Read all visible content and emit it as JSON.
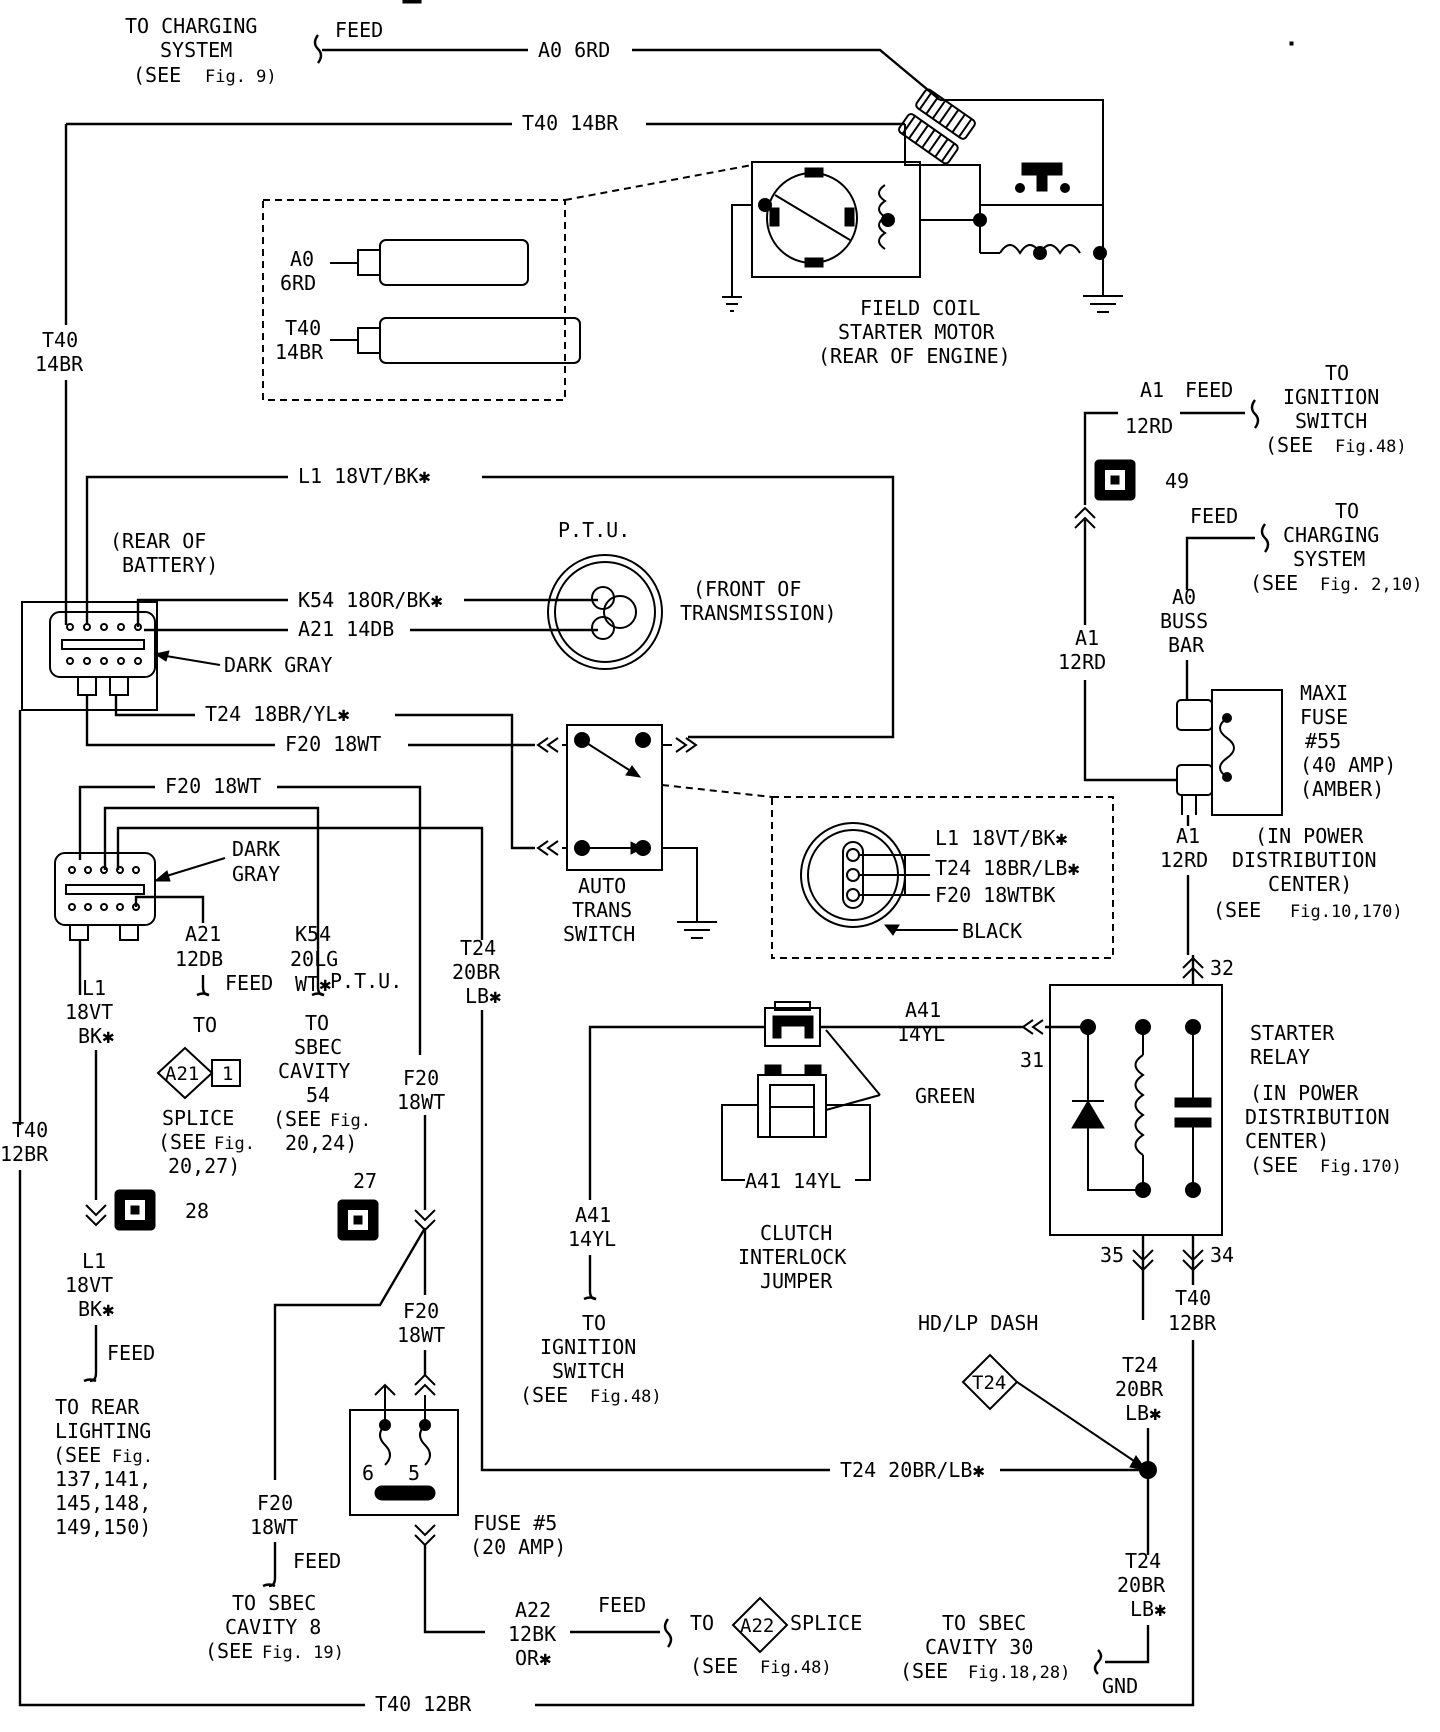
{
  "charging_top": {
    "to": "TO CHARGING",
    "system": "SYSTEM",
    "see": "(SEE",
    "fig": "Fig. 9)",
    "feed": "FEED",
    "wire": "A0 6RD"
  },
  "t40_top": "T40 14BR",
  "t40_left": {
    "a": "T40",
    "b": "14BR"
  },
  "inset_conn": {
    "a0a": "A0",
    "a0b": "6RD",
    "t40a": "T40",
    "t40b": "14BR"
  },
  "starter": {
    "l1": "FIELD COIL",
    "l2": "STARTER MOTOR",
    "l3": "(REAR OF ENGINE)"
  },
  "ign_top": {
    "wire_a": "A1",
    "wire_b": "12RD",
    "feed": "FEED",
    "to": "TO",
    "l1": "IGNITION",
    "l2": "SWITCH",
    "see": "(SEE",
    "fig": "Fig.48)"
  },
  "conn49": "49",
  "charging_right": {
    "feed": "FEED",
    "to": "TO",
    "l1": "CHARGING",
    "l2": "SYSTEM",
    "see": "(SEE",
    "fig": "Fig. 2,10)"
  },
  "buss": {
    "a": "A0",
    "b": "BUSS",
    "c": "BAR"
  },
  "a1_mid": {
    "a": "A1",
    "b": "12RD"
  },
  "maxi": {
    "a": "MAXI",
    "b": "FUSE",
    "c": "#55",
    "d": "(40 AMP)",
    "e": "(AMBER)"
  },
  "a1_low": {
    "a": "A1",
    "b": "12RD"
  },
  "pdc1": {
    "a": "(IN POWER",
    "b": "DISTRIBUTION",
    "c": "CENTER)",
    "see": "(SEE",
    "fig": "Fig.10,170)"
  },
  "l1_top": "L1 18VT/BK✱",
  "rear_batt": {
    "a": "(REAR OF",
    "b": "BATTERY)"
  },
  "k54_top": "K54 18OR/BK✱",
  "a21_top": "A21 14DB",
  "dark_gray_1": "DARK GRAY",
  "t24_top": "T24 18BR/YL✱",
  "f20_top": "F20 18WT",
  "ptu": {
    "title": "P.T.U.",
    "a": "(FRONT OF",
    "b": "TRANSMISSION)"
  },
  "ats": {
    "a": "AUTO",
    "b": "TRANS",
    "c": "SWITCH"
  },
  "ats_inset": {
    "l1": "L1 18VT/BK✱",
    "t24": "T24 18BR/LB✱",
    "f20": "F20 18WTBK",
    "black": "BLACK"
  },
  "f20_left": "F20 18WT",
  "dark_gray_2": {
    "a": "DARK",
    "b": "GRAY"
  },
  "a21_left": {
    "a": "A21",
    "b": "12DB",
    "feed": "FEED",
    "to": "TO",
    "splice_tag": "A21",
    "splice_num": "1",
    "splice": "SPLICE",
    "see": "(SEE",
    "fig": "Fig.",
    "figs": "20,27)"
  },
  "k54_left": {
    "a": "K54",
    "b": "20LG",
    "c": "WT✱",
    "ptu": "P.T.U.",
    "to": "TO",
    "d": "SBEC",
    "e": "CAVITY",
    "f": "54",
    "see": "(SEE",
    "fig": "Fig.",
    "figs": "20,24)"
  },
  "l1_left": {
    "a": "L1",
    "b": "18VT",
    "c": "BK✱"
  },
  "t40_far": {
    "a": "T40",
    "b": "12BR"
  },
  "conn28": "28",
  "l1_low": {
    "a": "L1",
    "b": "18VT",
    "c": "BK✱",
    "feed": "FEED",
    "to": "TO REAR",
    "l": "LIGHTING",
    "see": "(SEE",
    "fig": "Fig.",
    "f1": "137,141,",
    "f2": "145,148,",
    "f3": "149,150)"
  },
  "f20_mid": {
    "a": "F20",
    "b": "18WT"
  },
  "conn27": "27",
  "f20_low": {
    "a": "F20",
    "b": "18WT"
  },
  "f20_sbec": {
    "a": "F20",
    "b": "18WT",
    "feed": "FEED",
    "to": "TO SBEC",
    "cav": "CAVITY 8",
    "see": "(SEE",
    "fig": "Fig. 19)"
  },
  "fuse5": {
    "a": "FUSE #5",
    "b": "(20 AMP)",
    "p6": "6",
    "p5": "5"
  },
  "t24_mid": {
    "a": "T24",
    "b": "20BR",
    "c": "LB✱"
  },
  "a41_left": {
    "a": "A41",
    "b": "14YL",
    "to": "TO",
    "l1": "IGNITION",
    "l2": "SWITCH",
    "see": "(SEE",
    "fig": "Fig.48)"
  },
  "clutch": {
    "a41_top_a": "A41",
    "a41_top_b": "14YL",
    "green": "GREEN",
    "a41_loop": "A41 14YL",
    "l1": "CLUTCH",
    "l2": "INTERLOCK",
    "l3": "JUMPER"
  },
  "relay": {
    "p31": "31",
    "p32": "32",
    "p34": "34",
    "p35": "35",
    "l1": "STARTER",
    "l2": "RELAY",
    "l3": "(IN POWER",
    "l4": "DISTRIBUTION",
    "l5": "CENTER)",
    "see": "(SEE",
    "fig": "Fig.170)"
  },
  "t40_relay": {
    "a": "T40",
    "b": "12BR"
  },
  "hdlp": "HD/LP DASH",
  "t24_diamond": "T24",
  "t24_r1": {
    "a": "T24",
    "b": "20BR",
    "c": "LB✱"
  },
  "t24_bottom": "T24 20BR/LB✱",
  "t24_r2": {
    "a": "T24",
    "b": "20BR",
    "c": "LB✱"
  },
  "sbec30": {
    "a": "TO SBEC",
    "b": "CAVITY 30",
    "see": "(SEE",
    "fig": "Fig.18,28)",
    "gnd": "GND"
  },
  "a22": {
    "a": "A22",
    "b": "12BK",
    "c": "OR✱",
    "feed": "FEED",
    "to": "TO",
    "tag": "A22",
    "splice": "SPLICE",
    "see": "(SEE",
    "fig": "Fig.48)"
  },
  "t40_bottom": "T40 12BR"
}
